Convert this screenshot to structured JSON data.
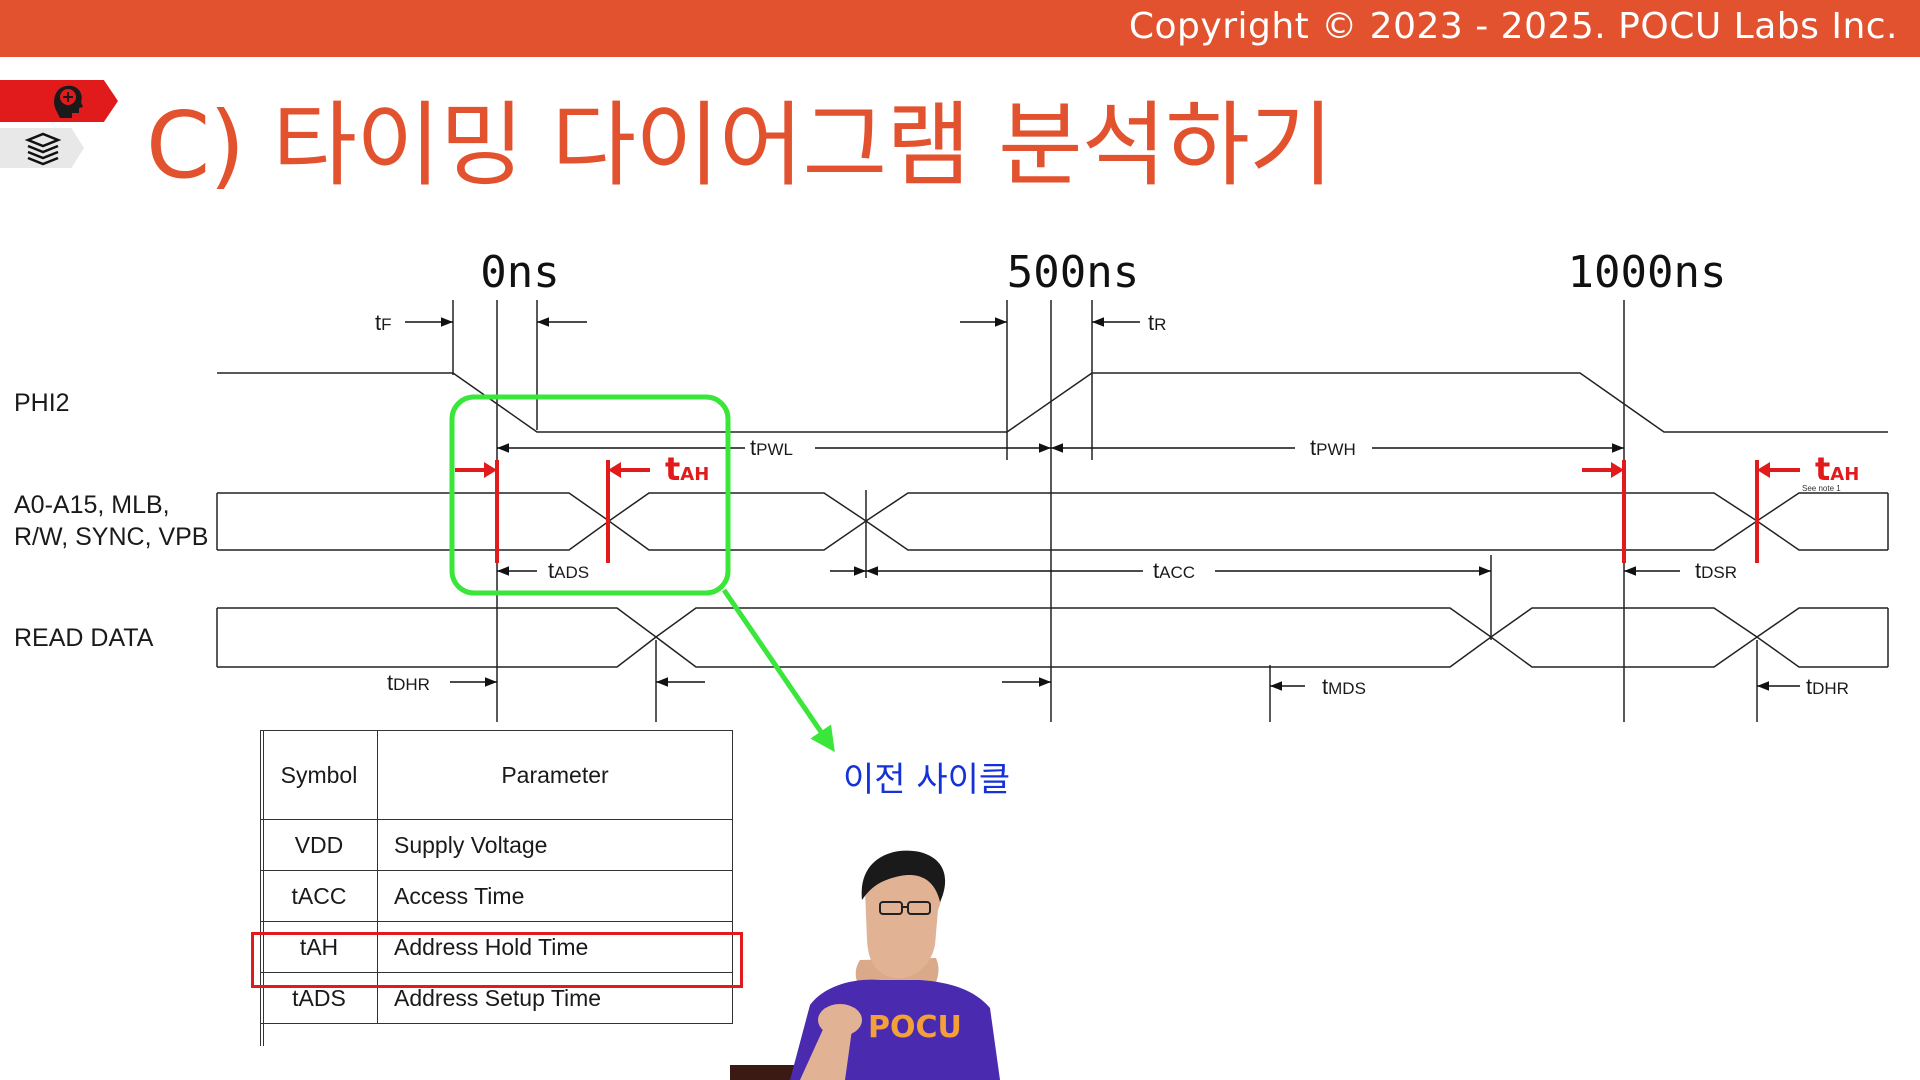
{
  "header": {
    "copyright": "Copyright © 2023 - 2025. POCU Labs Inc."
  },
  "nav": {
    "active_icon": "brain-head-icon",
    "secondary_icon": "book-stack-icon"
  },
  "slide": {
    "title": "C) 타이밍 다이어그램 분석하기"
  },
  "diagram": {
    "time_markers": [
      "0ns",
      "500ns",
      "1000ns"
    ],
    "signals": {
      "phi2": "PHI2",
      "address_line1": "A0-A15, MLB,",
      "address_line2": "R/W, SYNC, VPB",
      "read_data": "READ DATA"
    },
    "timings": {
      "tf": {
        "main": "t",
        "sub": "F"
      },
      "tr": {
        "main": "t",
        "sub": "R"
      },
      "tpwl": {
        "main": "t",
        "sub": "PWL"
      },
      "tpwh": {
        "main": "t",
        "sub": "PWH"
      },
      "tads": {
        "main": "t",
        "sub": "ADS"
      },
      "tacc": {
        "main": "t",
        "sub": "ACC"
      },
      "tdsr": {
        "main": "t",
        "sub": "DSR"
      },
      "tdhr_left": {
        "main": "t",
        "sub": "DHR"
      },
      "tmds": {
        "main": "t",
        "sub": "MDS"
      },
      "tdhr_right": {
        "main": "t",
        "sub": "DHR"
      }
    },
    "highlight_labels": {
      "tah_left": {
        "main": "t",
        "sub": "AH"
      },
      "tah_right": {
        "main": "t",
        "sub": "AH"
      }
    },
    "see_note": "See note 1",
    "callout": "이전 사이클"
  },
  "colors": {
    "accent": "#e2522e",
    "highlight_red": "#e11b1b",
    "callout_green": "#39e639",
    "callout_blue": "#1432d8"
  },
  "parameter_table": {
    "header": {
      "symbol": "Symbol",
      "parameter": "Parameter"
    },
    "rows": [
      {
        "symbol": "VDD",
        "parameter": "Supply Voltage"
      },
      {
        "symbol": "tACC",
        "parameter": "Access Time"
      },
      {
        "symbol": "tAH",
        "parameter": "Address Hold Time"
      },
      {
        "symbol": "tADS",
        "parameter": "Address Setup Time"
      }
    ],
    "highlighted_row": "tAH"
  },
  "presenter": {
    "shirt_text": "POCU"
  }
}
